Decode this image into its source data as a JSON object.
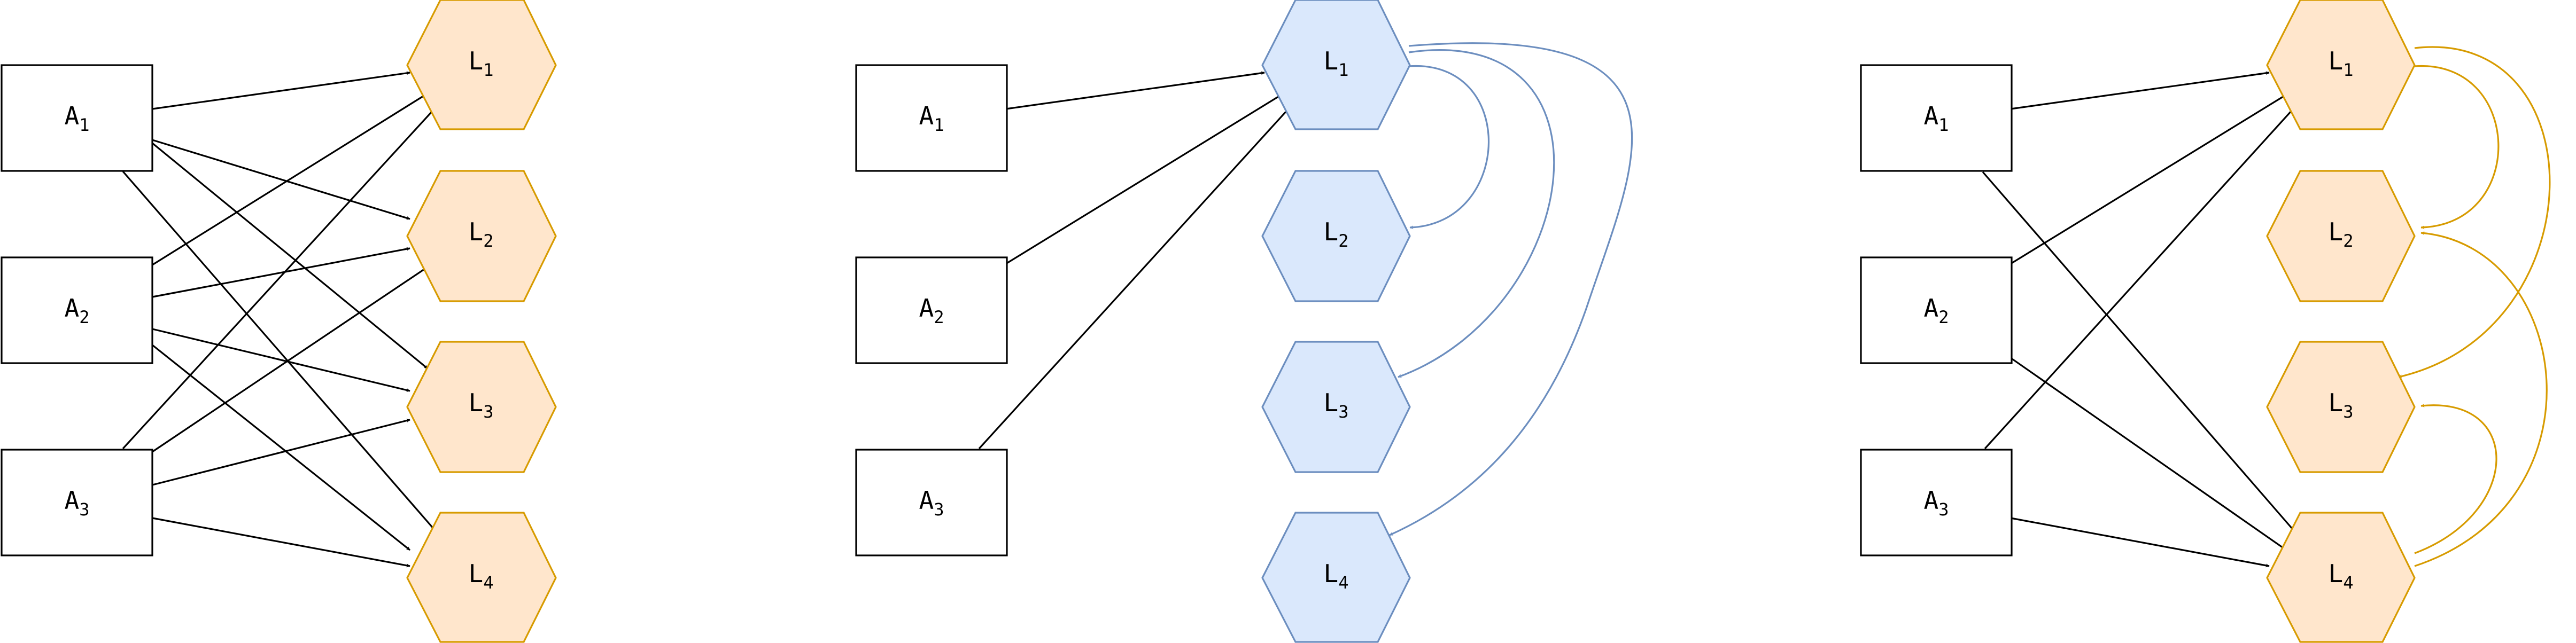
{
  "colors": {
    "box_fill": "#ffffff",
    "box_stroke": "#000000",
    "orange_fill": "#ffe6cc",
    "orange_stroke": "#d79b00",
    "blue_fill": "#dae8fc",
    "blue_stroke": "#6c8ebf"
  },
  "panels": [
    {
      "id": "left",
      "nodes": {
        "A1": {
          "base": "A",
          "sub": "1"
        },
        "A2": {
          "base": "A",
          "sub": "2"
        },
        "A3": {
          "base": "A",
          "sub": "3"
        },
        "L1": {
          "base": "L",
          "sub": "1"
        },
        "L2": {
          "base": "L",
          "sub": "2"
        },
        "L3": {
          "base": "L",
          "sub": "3"
        },
        "L4": {
          "base": "L",
          "sub": "4"
        }
      },
      "edges": [
        [
          "A1",
          "L1"
        ],
        [
          "A1",
          "L2"
        ],
        [
          "A1",
          "L3"
        ],
        [
          "A1",
          "L4"
        ],
        [
          "A2",
          "L1"
        ],
        [
          "A2",
          "L2"
        ],
        [
          "A2",
          "L3"
        ],
        [
          "A2",
          "L4"
        ],
        [
          "A3",
          "L1"
        ],
        [
          "A3",
          "L2"
        ],
        [
          "A3",
          "L3"
        ],
        [
          "A3",
          "L4"
        ]
      ]
    },
    {
      "id": "middle",
      "nodes": {
        "A1": {
          "base": "A",
          "sub": "1"
        },
        "A2": {
          "base": "A",
          "sub": "2"
        },
        "A3": {
          "base": "A",
          "sub": "3"
        },
        "L1": {
          "base": "L",
          "sub": "1"
        },
        "L2": {
          "base": "L",
          "sub": "2"
        },
        "L3": {
          "base": "L",
          "sub": "3"
        },
        "L4": {
          "base": "L",
          "sub": "4"
        }
      },
      "edges": [
        [
          "A1",
          "L1"
        ],
        [
          "A2",
          "L1"
        ],
        [
          "A3",
          "L1"
        ]
      ],
      "forward_edges": [
        [
          "L1",
          "L2"
        ],
        [
          "L1",
          "L3"
        ],
        [
          "L1",
          "L4"
        ]
      ]
    },
    {
      "id": "right",
      "nodes": {
        "A1": {
          "base": "A",
          "sub": "1"
        },
        "A2": {
          "base": "A",
          "sub": "2"
        },
        "A3": {
          "base": "A",
          "sub": "3"
        },
        "L1": {
          "base": "L",
          "sub": "1"
        },
        "L2": {
          "base": "L",
          "sub": "2"
        },
        "L3": {
          "base": "L",
          "sub": "3"
        },
        "L4": {
          "base": "L",
          "sub": "4"
        }
      },
      "edges": [
        [
          "A1",
          "L1"
        ],
        [
          "A1",
          "L4"
        ],
        [
          "A2",
          "L1"
        ],
        [
          "A2",
          "L4"
        ],
        [
          "A3",
          "L1"
        ],
        [
          "A3",
          "L4"
        ]
      ],
      "forward_edges": [
        [
          "L1",
          "L2"
        ],
        [
          "L1",
          "L3"
        ],
        [
          "L4",
          "L2"
        ],
        [
          "L4",
          "L3"
        ]
      ]
    }
  ]
}
